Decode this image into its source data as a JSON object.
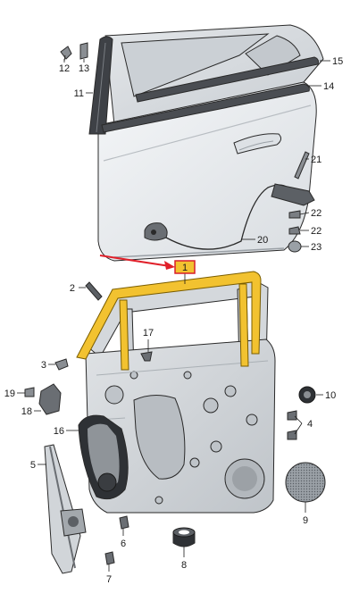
{
  "diagram": {
    "callouts": [
      {
        "id": "c1",
        "label": "1",
        "highlighted": true
      },
      {
        "id": "c2",
        "label": "2"
      },
      {
        "id": "c3",
        "label": "3"
      },
      {
        "id": "c4",
        "label": "4"
      },
      {
        "id": "c5",
        "label": "5"
      },
      {
        "id": "c6",
        "label": "6"
      },
      {
        "id": "c7",
        "label": "7"
      },
      {
        "id": "c8",
        "label": "8"
      },
      {
        "id": "c9",
        "label": "9"
      },
      {
        "id": "c10",
        "label": "10"
      },
      {
        "id": "c11",
        "label": "11"
      },
      {
        "id": "c12",
        "label": "12"
      },
      {
        "id": "c13",
        "label": "13"
      },
      {
        "id": "c14",
        "label": "14"
      },
      {
        "id": "c15",
        "label": "15"
      },
      {
        "id": "c16",
        "label": "16"
      },
      {
        "id": "c17",
        "label": "17"
      },
      {
        "id": "c18",
        "label": "18"
      },
      {
        "id": "c19",
        "label": "19"
      },
      {
        "id": "c20",
        "label": "20"
      },
      {
        "id": "c21",
        "label": "21"
      },
      {
        "id": "c22a",
        "label": "22"
      },
      {
        "id": "c22b",
        "label": "22"
      },
      {
        "id": "c23",
        "label": "23"
      }
    ],
    "colors": {
      "highlight_seal": "#f2c230",
      "highlight_box": "#e8b820",
      "pointer_arrow": "#e0202a",
      "door_skin": "#e9ecef",
      "door_glass": "#d7dbdf",
      "inner_panel": "#cfd3d7",
      "line": "#2a2a2a"
    }
  }
}
